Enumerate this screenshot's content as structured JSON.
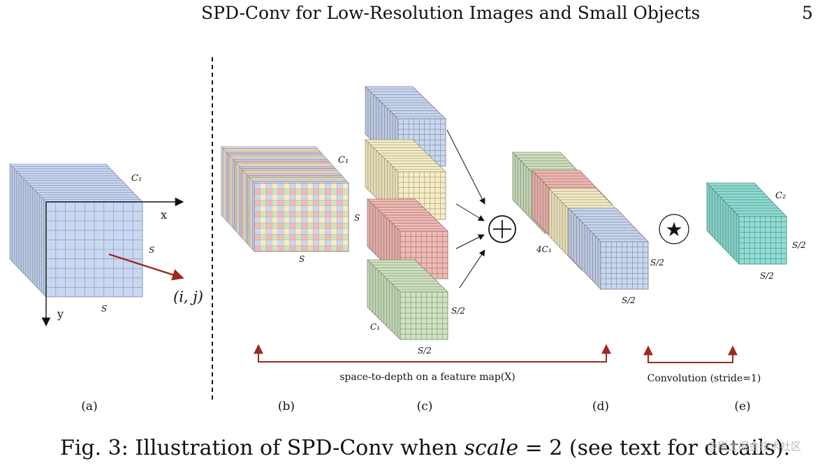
{
  "header": {
    "title": "SPD-Conv for Low-Resolution Images and Small Objects",
    "page_number": "5"
  },
  "figure": {
    "panel_a": {
      "c_label": "C₁",
      "x_axis": "x",
      "y_axis": "y",
      "s_right": "S",
      "s_bottom": "S",
      "coord": "(i, j)"
    },
    "panel_b": {
      "c_label": "C₁",
      "s_right": "S",
      "s_bottom": "S"
    },
    "panel_c": {
      "c_label": "C₁",
      "s_right": "S/2",
      "s_bottom": "S/2"
    },
    "panel_d": {
      "c_label": "4C₁",
      "s_right": "S/2",
      "s_bottom": "S/2"
    },
    "panel_e": {
      "c_label": "C₂",
      "s_right": "S/2",
      "s_bottom": "S/2"
    },
    "concat_symbol": "⊕",
    "conv_symbol": "★",
    "arrow_spd_label": "space-to-depth on a feature map(X)",
    "arrow_conv_label": "Convolution (stride=1)",
    "panel_labels": [
      "(a)",
      "(b)",
      "(c)",
      "(d)",
      "(e)"
    ]
  },
  "caption": {
    "prefix": "Fig. 3: Illustration of SPD-Conv when ",
    "var": "scale",
    "suffix": " = 2 (see text for details)."
  },
  "watermark": "@稀土掘金技术社区",
  "colors": {
    "blue": "#c9d7f0",
    "yellow": "#f7edc4",
    "red": "#f2b9b4",
    "green": "#cfe3bf",
    "teal": "#93dcd3",
    "arrow": "#9c2a1e"
  }
}
